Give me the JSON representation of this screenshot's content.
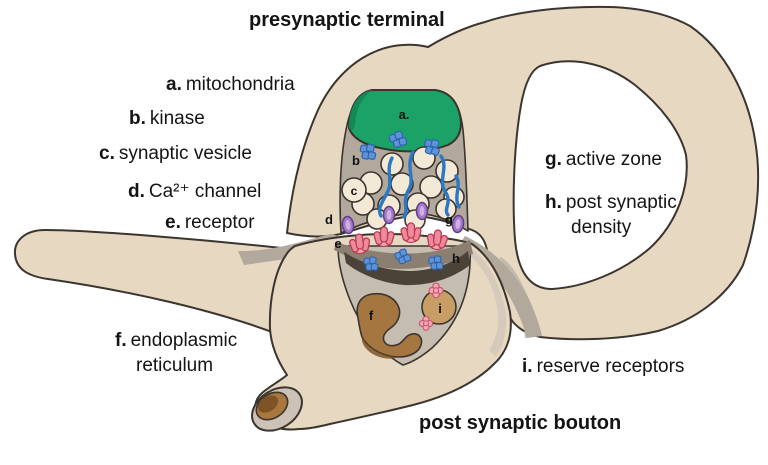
{
  "titles": {
    "top": "presynaptic terminal",
    "bottom": "post synaptic bouton"
  },
  "legend": {
    "a": {
      "prefix": "a.",
      "label": "mitochondria"
    },
    "b": {
      "prefix": "b.",
      "label": "kinase"
    },
    "c": {
      "prefix": "c.",
      "label": "synaptic vesicle"
    },
    "d": {
      "prefix": "d.",
      "label": "Ca²⁺ channel"
    },
    "e": {
      "prefix": "e.",
      "label": "receptor"
    },
    "f": {
      "prefix": "f.",
      "label": "endoplasmic",
      "label2": "reticulum"
    },
    "g": {
      "prefix": "g.",
      "label": "active zone"
    },
    "h": {
      "prefix": "h.",
      "label": "post synaptic",
      "label2": "density"
    },
    "i": {
      "prefix": "i.",
      "label": "reserve receptors"
    }
  },
  "markers": {
    "a": "a.",
    "b": "b",
    "c": "c",
    "d": "d",
    "e": "e",
    "f": "f",
    "g": "g",
    "h": "h",
    "i": "i"
  },
  "colors": {
    "membrane": "#e7d8c2",
    "outline": "#3b352f",
    "presynaptic_cytoplasm": "#b2a89b",
    "postsynaptic_cytoplasm": "#c6bdb1",
    "mitochondria": "#1ba266",
    "vesicle": "#f4e9d7",
    "kinase_blue": "#5e93d8",
    "filament_blue": "#2a79c2",
    "channel_purple": "#a678c6",
    "receptor_red": "#ed8a9c",
    "reserve_pink": "#f2a7b6",
    "psd": "#4b4238",
    "psd_mid": "#8b7f71",
    "er": "#a5763f",
    "er_shadow": "#7e5426",
    "reserve_vesicle": "#c89e66",
    "cut_rim": "#ccc3b6",
    "cut_brown": "#a9763d",
    "cleft_shadow": "#b2a89b"
  }
}
